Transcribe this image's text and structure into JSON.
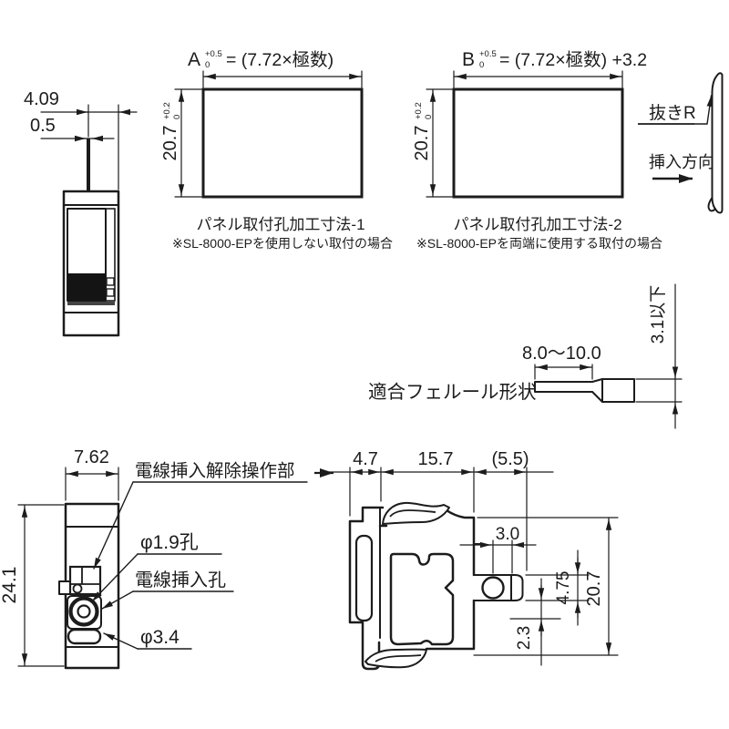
{
  "colors": {
    "line": "#1c1c1c",
    "background": "#ffffff"
  },
  "side_view": {
    "pin_offset": "4.09",
    "pin_width": "0.5"
  },
  "panel_hole_1": {
    "formula_base": "A",
    "tol_plus": "+0.5",
    "tol_minus": "0",
    "formula_rest": "= (7.72×極数)",
    "height": "20.7",
    "height_tol_plus": "+0.2",
    "height_tol_minus": "0",
    "caption": "パネル取付孔加工寸法-1",
    "note": "※SL-8000-EPを使用しない取付の場合"
  },
  "panel_hole_2": {
    "formula_base": "B",
    "tol_plus": "+0.5",
    "tol_minus": "0",
    "formula_rest": "= (7.72×極数) +3.2",
    "height": "20.7",
    "height_tol_plus": "+0.2",
    "height_tol_minus": "0",
    "caption": "パネル取付孔加工寸法-2",
    "note": "※SL-8000-EPを両端に使用する取付の場合"
  },
  "panel_edge": {
    "punch_r": "抜きR",
    "insertion_direction": "挿入方向"
  },
  "ferrule": {
    "label": "適合フェルール形状",
    "length_range": "8.0～10.0",
    "max_outer": "3.1以下"
  },
  "front_view": {
    "width": "7.62",
    "height": "24.1",
    "release_label": "電線挿入解除操作部",
    "hole_1_9": "φ1.9孔",
    "wire_hole_label": "電線挿入孔",
    "dia_3_4": "φ3.4"
  },
  "section_view": {
    "d_4_7": "4.7",
    "d_15_7": "15.7",
    "d_5_5": "(5.5)",
    "d_3_0": "3.0",
    "d_4_75": "4.75",
    "d_20_7": "20.7",
    "d_2_3": "2.3"
  }
}
